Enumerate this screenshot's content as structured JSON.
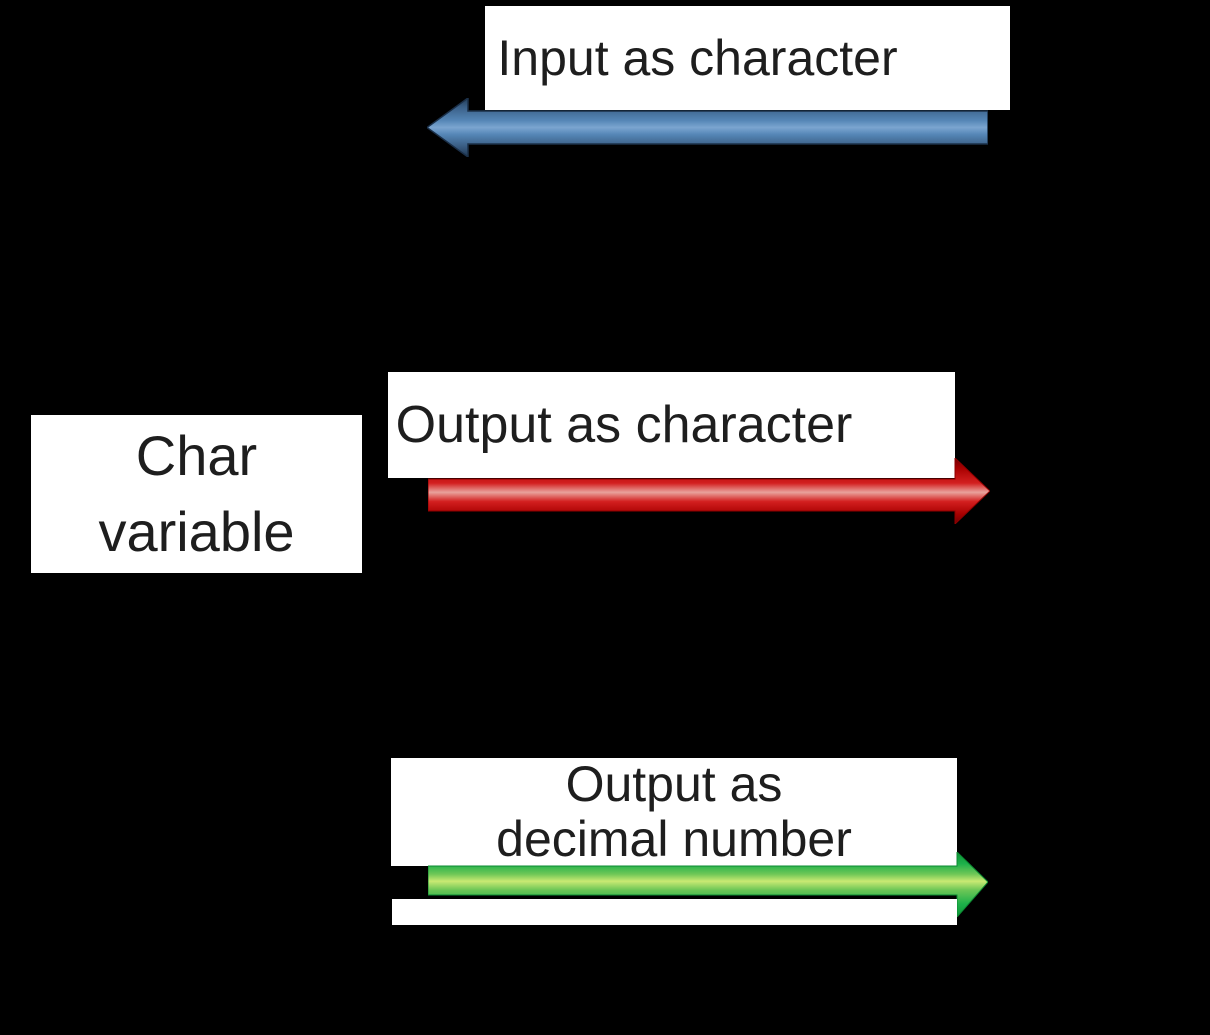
{
  "diagram": {
    "background_color": "#000000",
    "box_fill_color": "#ffffff",
    "text_color": "#1e1e1e",
    "labels": {
      "input": "Input as character",
      "char_variable_line1": "Char",
      "char_variable_line2": "variable",
      "output_character": "Output as character",
      "output_decimal_line1": "Output as",
      "output_decimal_line2": "decimal number"
    },
    "arrows": {
      "input_arrow": {
        "direction": "left",
        "color": "#4f81bd"
      },
      "output_character_arrow": {
        "direction": "right",
        "color": "#d00000"
      },
      "output_decimal_arrow": {
        "direction": "right",
        "color": "#22b14c"
      }
    }
  }
}
